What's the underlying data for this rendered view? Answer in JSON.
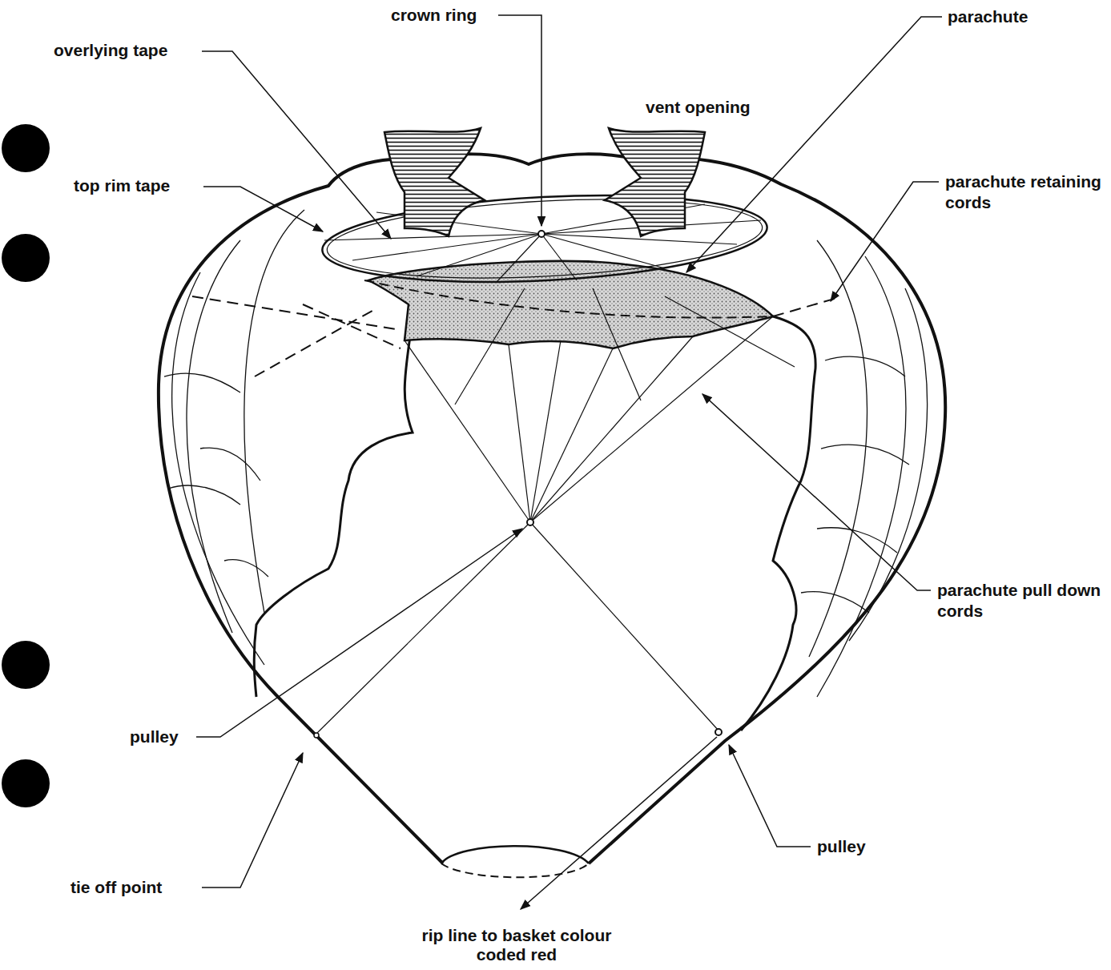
{
  "diagram": {
    "labels": [
      "crown ring",
      "parachute",
      "overlying tape",
      "vent opening",
      "top rim tape",
      "parachute retaining cords",
      "parachute pull down cords",
      "pulley",
      "pulley",
      "tie off point",
      "rip line to basket colour coded red"
    ]
  }
}
